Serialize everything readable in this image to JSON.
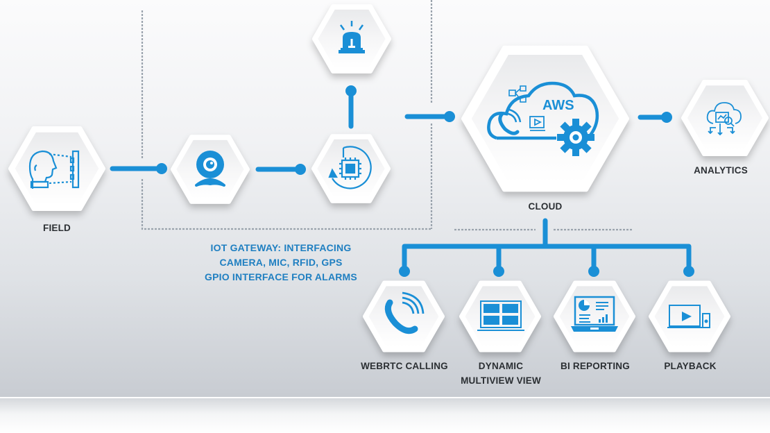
{
  "colors": {
    "accent": "#1a8fd6",
    "label": "#2b2f33",
    "gateway_text": "#1f7fc1",
    "dashed_border": "#9aa3ad"
  },
  "nodes": {
    "field": {
      "label": "FIELD",
      "icon": "face-scanner-icon"
    },
    "camera": {
      "label": "",
      "icon": "webcam-icon"
    },
    "alarm": {
      "label": "",
      "icon": "siren-alarm-icon"
    },
    "gateway": {
      "label": "",
      "icon": "processor-chip-cycle-icon"
    },
    "cloud": {
      "label": "CLOUD",
      "icon": "aws-cloud-icon",
      "icon_text": "AWS"
    },
    "analytics": {
      "label": "ANALYTICS",
      "icon": "cloud-analytics-icon"
    },
    "webrtc": {
      "label": "WEBRTC CALLING",
      "icon": "phone-call-icon"
    },
    "multiview": {
      "label_line1": "DYNAMIC",
      "label_line2": "MULTIVIEW VIEW",
      "icon": "multiview-screen-icon"
    },
    "bi": {
      "label": "BI REPORTING",
      "icon": "laptop-report-icon"
    },
    "playback": {
      "label": "PLAYBACK",
      "icon": "video-playback-icon"
    }
  },
  "gateway_caption": {
    "line1": "IOT GATEWAY: INTERFACING",
    "line2": "CAMERA, MIC, RFID, GPS",
    "line3": "GPIO INTERFACE FOR ALARMS"
  }
}
